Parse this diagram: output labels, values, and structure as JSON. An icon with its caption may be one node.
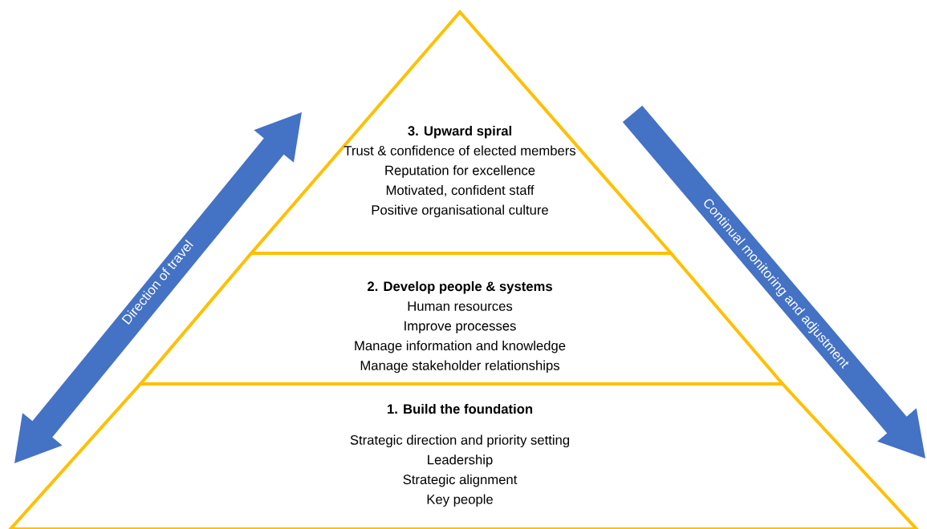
{
  "diagram": {
    "nodes": [
      {
        "text": [
          "3. Upward spiral",
          "Trust & confidence of elected members",
          "Reputation for excellence",
          "Motivated, confident staff",
          "Positive organisational culture"
        ]
      },
      {
        "text": [
          "2. Develop people & systems",
          "Human resources",
          "Improve processes",
          "Manage information and knowledge",
          "Manage stakeholder relationships"
        ]
      },
      {
        "text": [
          "1. Build the foundation",
          "Strategic direction and priority setting",
          "Leadership",
          "Strategic alignment",
          "Key people"
        ]
      }
    ],
    "labels": [
      "Direction of travel",
      "Continual monitoring and adjustment"
    ]
  }
}
